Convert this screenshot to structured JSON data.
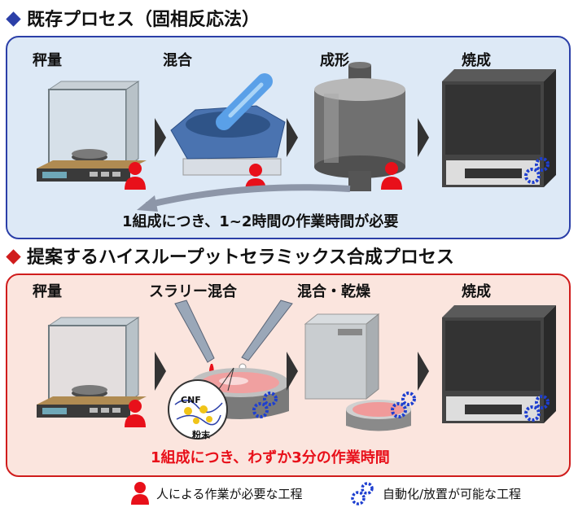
{
  "section1": {
    "title": "既存プロセス（固相反応法）",
    "steps": [
      "秤量",
      "混合",
      "成形",
      "焼成"
    ],
    "note": "1組成につき、1~2時間の作業時間が必要"
  },
  "section2": {
    "title": "提案するハイスループットセラミックス合成プロセス",
    "steps": [
      "秤量",
      "スラリー混合",
      "混合・乾燥",
      "焼成"
    ],
    "note": "1組成につき、わずか3分の作業時間",
    "inset_label_top": "CNF",
    "inset_label_bottom": "粉末"
  },
  "legend": {
    "human": "人による作業が必要な工程",
    "auto": "自動化/放置が可能な工程"
  },
  "colors": {
    "section1_accent": "#2b3fa8",
    "section2_accent": "#d01c1c",
    "panel1_bg": "#dde9f6",
    "panel2_bg": "#fbe5de",
    "human_icon": "#e8101a",
    "gear_icon": "#1e3fd0"
  }
}
